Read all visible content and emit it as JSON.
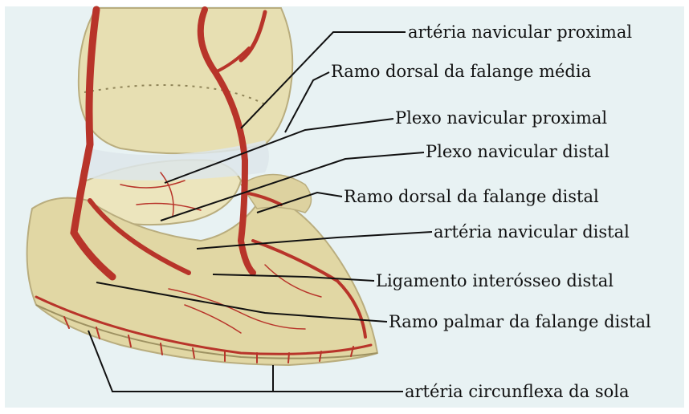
{
  "diagram": {
    "colors": {
      "background": "#e8f2f3",
      "bone": "#e7dfb2",
      "bone_shadow": "#b9ad7e",
      "artery": "#b8342a",
      "leader": "#111111",
      "frame": "#ffffff"
    },
    "labels": [
      {
        "id": "arteria-navicular-proximal",
        "text": "artéria navicular proximal"
      },
      {
        "id": "ramo-dorsal-falange-media",
        "text": "Ramo dorsal da falange média"
      },
      {
        "id": "plexo-navicular-proximal",
        "text": "Plexo navicular proximal"
      },
      {
        "id": "plexo-navicular-distal",
        "text": "Plexo navicular distal"
      },
      {
        "id": "ramo-dorsal-falange-distal",
        "text": "Ramo dorsal da falange distal"
      },
      {
        "id": "arteria-navicular-distal",
        "text": "artéria navicular distal"
      },
      {
        "id": "ligamento-interosseo-distal",
        "text": "Ligamento interósseo distal"
      },
      {
        "id": "ramo-palmar-falange-distal",
        "text": "Ramo palmar da falange distal"
      },
      {
        "id": "arteria-circunflexa-sola",
        "text": "artéria circunflexa da sola"
      }
    ]
  }
}
